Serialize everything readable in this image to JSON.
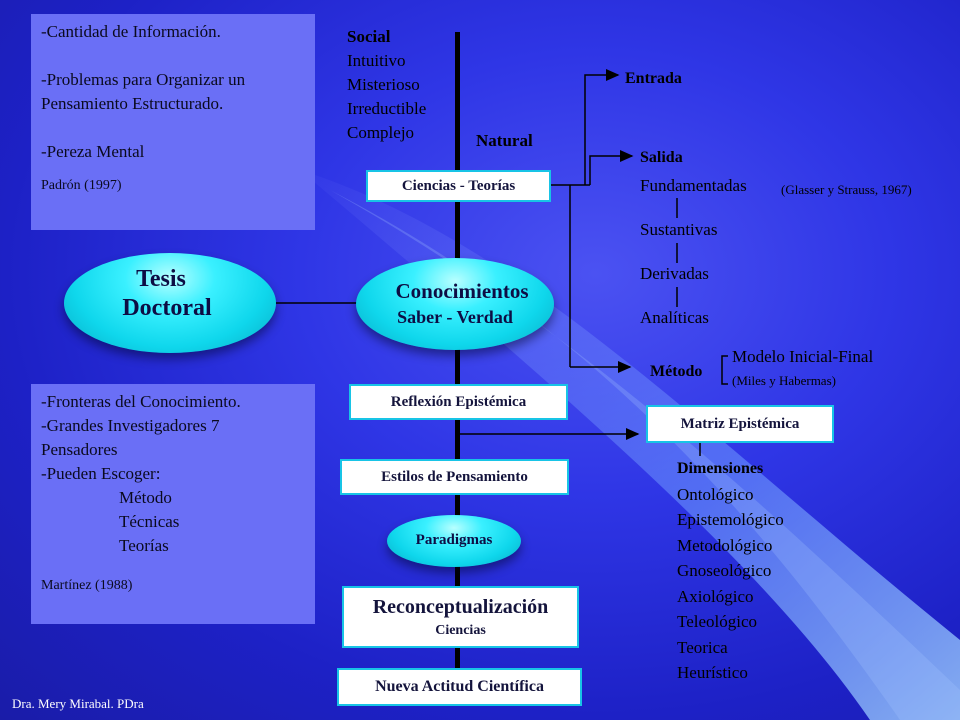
{
  "notes": {
    "top_left": {
      "lines": [
        "-Cantidad de Información.",
        "",
        "-Problemas para Organizar un",
        "Pensamiento Estructurado.",
        "",
        "-Pereza Mental"
      ],
      "source": "Padrón (1997)"
    },
    "bottom_left": {
      "lines": [
        "-Fronteras del Conocimiento.",
        "-Grandes Investigadores 7",
        "Pensadores",
        "-Pueden Escoger:"
      ],
      "indented": [
        "Método",
        "Técnicas",
        "Teorías"
      ],
      "source": "Martínez (1988)"
    }
  },
  "social_list": {
    "heading": "Social",
    "items": [
      "Intuitivo",
      "Misterioso",
      "Irreductible",
      "Complejo"
    ]
  },
  "natural_label": "Natural",
  "nodes": {
    "tesis_line1": "Tesis",
    "tesis_line2": "Doctoral",
    "conocimientos": "Conocimientos",
    "saber_verdad": "Saber - Verdad",
    "ciencias_teorias": "Ciencias - Teorías",
    "reflexion": "Reflexión Epistémica",
    "estilos": "Estilos de Pensamiento",
    "paradigmas": "Paradigmas",
    "reconceptualizacion": "Reconceptualización",
    "reconceptualizacion_sub": "Ciencias",
    "nueva_actitud": "Nueva Actitud Científica",
    "matriz": "Matriz Epistémica"
  },
  "right_branch": {
    "entrada": "Entrada",
    "salida": "Salida",
    "salida_items": [
      "Fundamentadas",
      "Sustantivas",
      "Derivadas",
      "Analíticas"
    ],
    "glasser": "(Glasser y Strauss, 1967)",
    "metodo": "Método",
    "modelo": "Modelo Inicial-Final",
    "miles": "(Miles y Habermas)"
  },
  "dimensiones": {
    "heading": "Dimensiones",
    "items": [
      "Ontológico",
      "Epistemológico",
      "Metodológico",
      "Gnoseológico",
      "Axiológico",
      "Teleológico",
      "Teorica",
      "Heurístico"
    ]
  },
  "footer_credit": "Dra. Mery Mirabal. PDra",
  "colors": {
    "background": "#2f36e6",
    "note_box": "#6a6ff6",
    "pill": "#0fd7ec",
    "box_border": "#18c4e6"
  }
}
